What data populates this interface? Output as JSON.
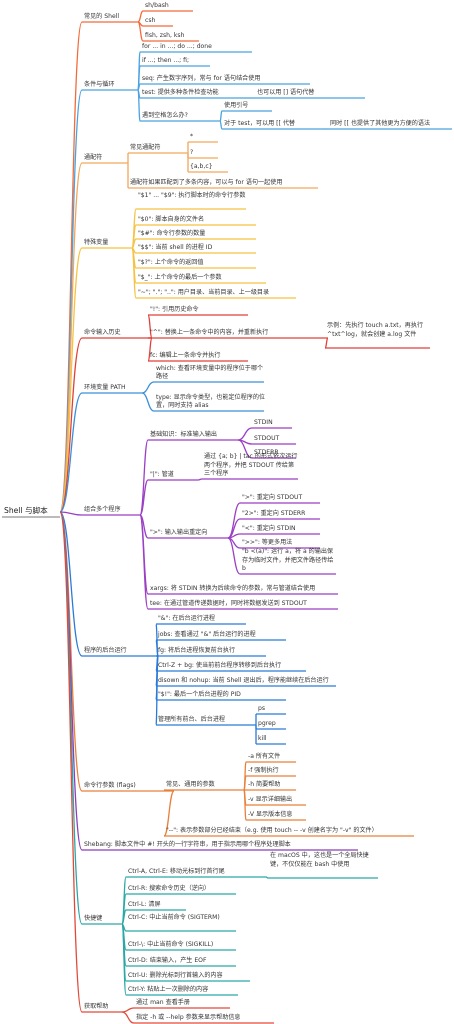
{
  "root": "Shell 与脚本",
  "branches": [
    {
      "label": "常见的 Shell",
      "color": "#f26b3a",
      "children": [
        {
          "label": "sh/bash"
        },
        {
          "label": "csh"
        },
        {
          "label": "fish, zsh, ksh"
        }
      ]
    },
    {
      "label": "条件与循环",
      "color": "#4aa3df",
      "children": [
        {
          "label": "for ... in ...; do ...; done"
        },
        {
          "label": "if ...; then ...; fi;"
        },
        {
          "label": "seq: 产生数字序列，常与 for 语句结合使用"
        },
        {
          "label": "test: 提供多种条件检查功能",
          "children": [
            {
              "label": "也可以用 [] 语句代替"
            }
          ]
        },
        {
          "label": "遇到空格怎么办?",
          "children": [
            {
              "label": "使用引号"
            },
            {
              "label": "对于 test，可以用 [[ 代替",
              "children": [
                {
                  "label": "同时 [[ 也提供了其他更为方便的语法"
                }
              ]
            }
          ]
        }
      ]
    },
    {
      "label": "通配符",
      "color": "#f2a65a",
      "children": [
        {
          "label": "常见通配符",
          "children": [
            {
              "label": "*"
            },
            {
              "label": "?"
            },
            {
              "label": "{a,b,c}"
            }
          ]
        },
        {
          "label": "通配符如果匹配到了多条内容，可以与 for 语句一起使用"
        }
      ]
    },
    {
      "label": "特殊变量",
      "color": "#f5c242",
      "children": [
        {
          "label": "\"$1\" ... \"$9\": 执行脚本时的命令行参数"
        },
        {
          "label": "\"$0\": 脚本自身的文件名"
        },
        {
          "label": "\"$#\": 命令行参数的数量"
        },
        {
          "label": "\"$$\": 当前 shell 的进程 ID"
        },
        {
          "label": "\"$?\": 上个命令的返回值"
        },
        {
          "label": "\"$_\": 上个命令的最后一个参数"
        },
        {
          "label": "\"~\"; \".\"; \"..\": 用户目录、当前目录、上一级目录"
        }
      ]
    },
    {
      "label": "命令输入历史",
      "color": "#e0403a",
      "children": [
        {
          "label": "\"!\": 引用历史命令"
        },
        {
          "label": "\"^\": 替换上一条命令中的内容，并重新执行",
          "children": [
            {
              "label": "示例：先执行 touch a.txt，再执行 ^txt^log，就会创建 a.log 文件"
            }
          ]
        },
        {
          "label": "fc: 编辑上一条命令并执行"
        }
      ]
    },
    {
      "label": "环境变量 PATH",
      "color": "#3a8fd9",
      "children": [
        {
          "label": "which: 查看环境变量中的程序位于哪个路径"
        },
        {
          "label": "type: 显示命令类型，也能定位程序的位置，同时支持 alias"
        }
      ]
    },
    {
      "label": "组合多个程序",
      "color": "#9b3fc4",
      "children": [
        {
          "label": "基础知识：标准输入输出",
          "children": [
            {
              "label": "STDIN"
            },
            {
              "label": "STDOUT"
            },
            {
              "label": "STDERR"
            }
          ]
        },
        {
          "label": "\"|\": 管道",
          "children": [
            {
              "label": "通过 {a; b} | tac 的形式依次运行两个程序，并把 STDOUT 传给第三个程序"
            }
          ]
        },
        {
          "label": "\">\": 输入输出重定向",
          "children": [
            {
              "label": "\">\": 重定向 STDOUT"
            },
            {
              "label": "\"2>\": 重定向 STDERR"
            },
            {
              "label": "\"<\": 重定向 STDIN"
            },
            {
              "label": "\">>\": 等更多用法"
            },
            {
              "label": "\"b <(a)\": 运行 a，将 a 的输出保存为临时文件，并把文件路径传给 b"
            }
          ]
        },
        {
          "label": "xargs: 将 STDIN 转换为后续命令的参数，常与管道结合使用"
        },
        {
          "label": "tee: 在通过管道传递数据时，同时将数据发送到 STDOUT"
        }
      ]
    },
    {
      "label": "程序的后台运行",
      "color": "#2a7bd8",
      "children": [
        {
          "label": "\"&\": 在后台运行进程"
        },
        {
          "label": "jobs: 查看通过 \"&\" 后台运行的进程"
        },
        {
          "label": "fg: 将后台进程恢复前台执行"
        },
        {
          "label": "Ctrl-Z + bg: 使当前前台程序转移到后台执行"
        },
        {
          "label": "disown 和 nohup: 当前 Shell 退出后，程序能继续在后台运行"
        },
        {
          "label": "\"$!\": 最后一个后台进程的 PID"
        },
        {
          "label": "管理所有前台、后台进程",
          "children": [
            {
              "label": "ps"
            },
            {
              "label": "pgrep"
            },
            {
              "label": "kill"
            }
          ]
        }
      ]
    },
    {
      "label": "命令行参数 (flags)",
      "color": "#e8803a",
      "children": [
        {
          "label": "常见、通用的参数",
          "children": [
            {
              "label": "-a 所有文件"
            },
            {
              "label": "-f 强制执行"
            },
            {
              "label": "-h 简要帮助"
            },
            {
              "label": "-v 显示详细输出"
            },
            {
              "label": "-V 显示版本信息"
            }
          ]
        },
        {
          "label": "\"--\": 表示参数部分已经结束（e.g. 使用 touch -- -v 创建名字为 \"-v\" 的文件）"
        }
      ]
    },
    {
      "label": "Shebang: 脚本文件中 #! 开头的一行字符串，用于指示用哪个程序处理脚本",
      "color": "#8a3fb8",
      "children": []
    },
    {
      "label": "快捷键",
      "color": "#2aa7a7",
      "children": [
        {
          "label": "Ctrl-A, Ctrl-E: 移动光标到行首行尾",
          "children": [
            {
              "label": "在 macOS 中，这也是一个全局快捷键，不仅仅能在 bash 中使用"
            }
          ]
        },
        {
          "label": "Ctrl-R: 搜索命令历史（逆向）"
        },
        {
          "label": "Ctrl-L: 清屏"
        },
        {
          "label": "Ctrl-C: 中止当前命令 (SIGTERM)"
        },
        {
          "label": "Ctrl-\\: 中止当前命令 (SIGKILL)"
        },
        {
          "label": "Ctrl-D: 结束输入，产生 EOF"
        },
        {
          "label": "Ctrl-U: 删除光标到行首输入的内容"
        },
        {
          "label": "Ctrl-Y: 粘贴上一次删除的内容"
        }
      ]
    },
    {
      "label": "获取帮助",
      "color": "#e04a3a",
      "children": [
        {
          "label": "通过 man 查看手册"
        },
        {
          "label": "指定 -h 或 --help 参数来显示帮助信息"
        }
      ]
    }
  ]
}
